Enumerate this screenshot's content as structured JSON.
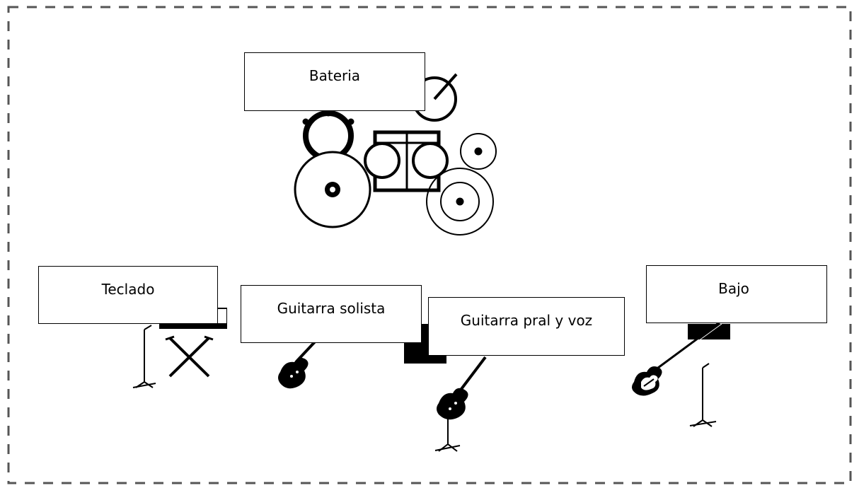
{
  "labels": {
    "bateria": "Bateria",
    "teclado": "Teclado",
    "guitarra_solista": "Guitarra solista",
    "guitarra_pral": "Guitarra pral y voz",
    "bajo": "Bajo"
  },
  "colors": {
    "stroke": "#000000",
    "border": "#555555",
    "background": "#ffffff"
  },
  "icons": [
    "drum-kit-icon",
    "keyboard-icon",
    "guitar-icon",
    "bass-icon",
    "mic-stand-icon",
    "amplifier-icon"
  ]
}
